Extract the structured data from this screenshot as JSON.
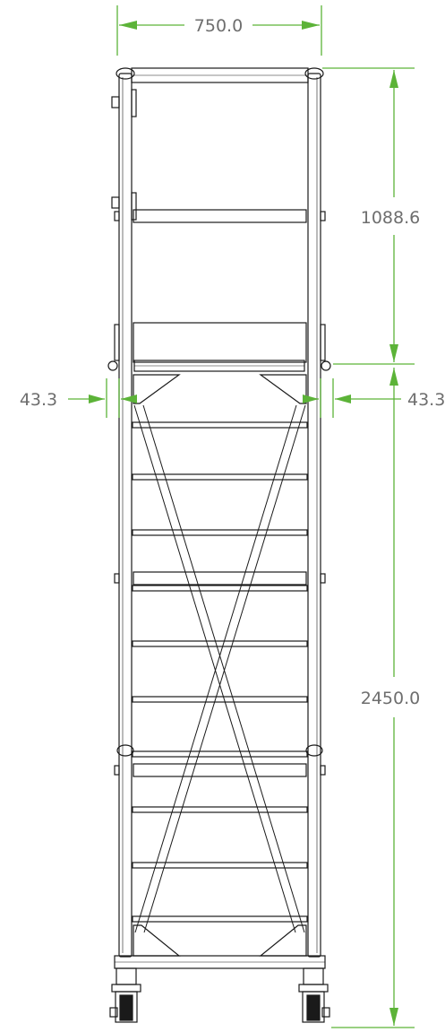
{
  "dimensions": {
    "top_width": "750.0",
    "upper_height": "1088.6",
    "left_offset": "43.3",
    "right_offset": "43.3",
    "lower_height": "2450.0"
  },
  "colors": {
    "dimension_line": "#5cb338",
    "dimension_text": "#6e6e6e",
    "drawing_line": "#1a1a1a"
  }
}
